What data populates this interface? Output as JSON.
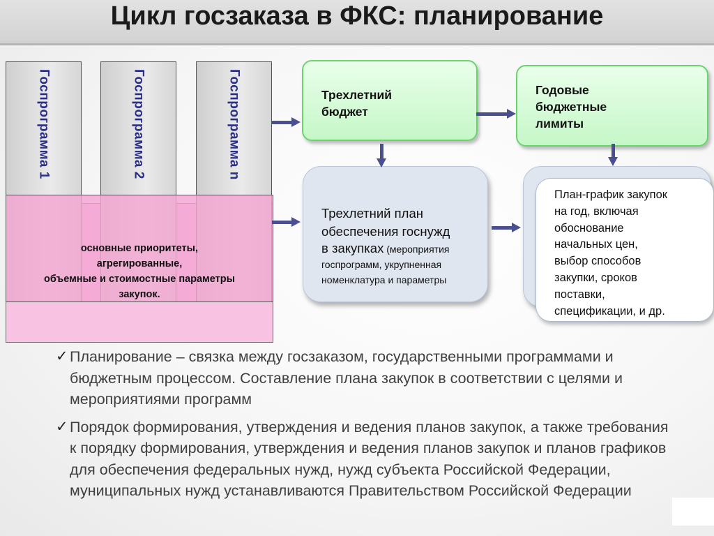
{
  "title": "Цикл госзаказа в ФКС: планирование",
  "programs": [
    "Госпрограмма 1",
    "Госпрограмма 2",
    "Госпрограмма n"
  ],
  "priorities_text": [
    "основные  приоритеты,",
    "агрегированные,",
    "объемные и стоимостные параметры",
    "закупок."
  ],
  "budget_3y": [
    "Трехлетний",
    "бюджет"
  ],
  "annual_limits": [
    "Годовые",
    "бюджетные",
    "лимиты"
  ],
  "plan_3y": {
    "lines": [
      "Трехлетний план",
      "обеспечения госнужд"
    ],
    "main_tail": "в закупках",
    "note": " (мероприятия госпрограмм, укрупненная номенклатура и параметры"
  },
  "schedule_plan": [
    "План-график закупок",
    "на год, включая",
    "обоснование",
    "начальных цен,",
    "выбор способов",
    "закупки, сроков",
    "поставки,",
    "спецификации, и др."
  ],
  "bullets": [
    "Планирование – связка между госзаказом, государственными программами и бюджетным процессом. Составление плана закупок  в соответствии с целями и мероприятиями программ",
    "Порядок формирования, утверждения и ведения планов закупок, а также требования к порядку формирования, утверждения и ведения планов закупок и планов графиков для обеспечения  федеральных нужд, нужд субъекта Российской Федерации, муниципальных нужд устанавливаются Правительством Российской Федерации"
  ],
  "colors": {
    "arrow": "#4a4f8f",
    "program_label": "#2c2f86",
    "green_fill": "#c6f7c8",
    "pink_fill": "#f3a6d2",
    "blue_fill": "#dfe6ef"
  },
  "icons": {
    "bullet": "check-icon"
  }
}
